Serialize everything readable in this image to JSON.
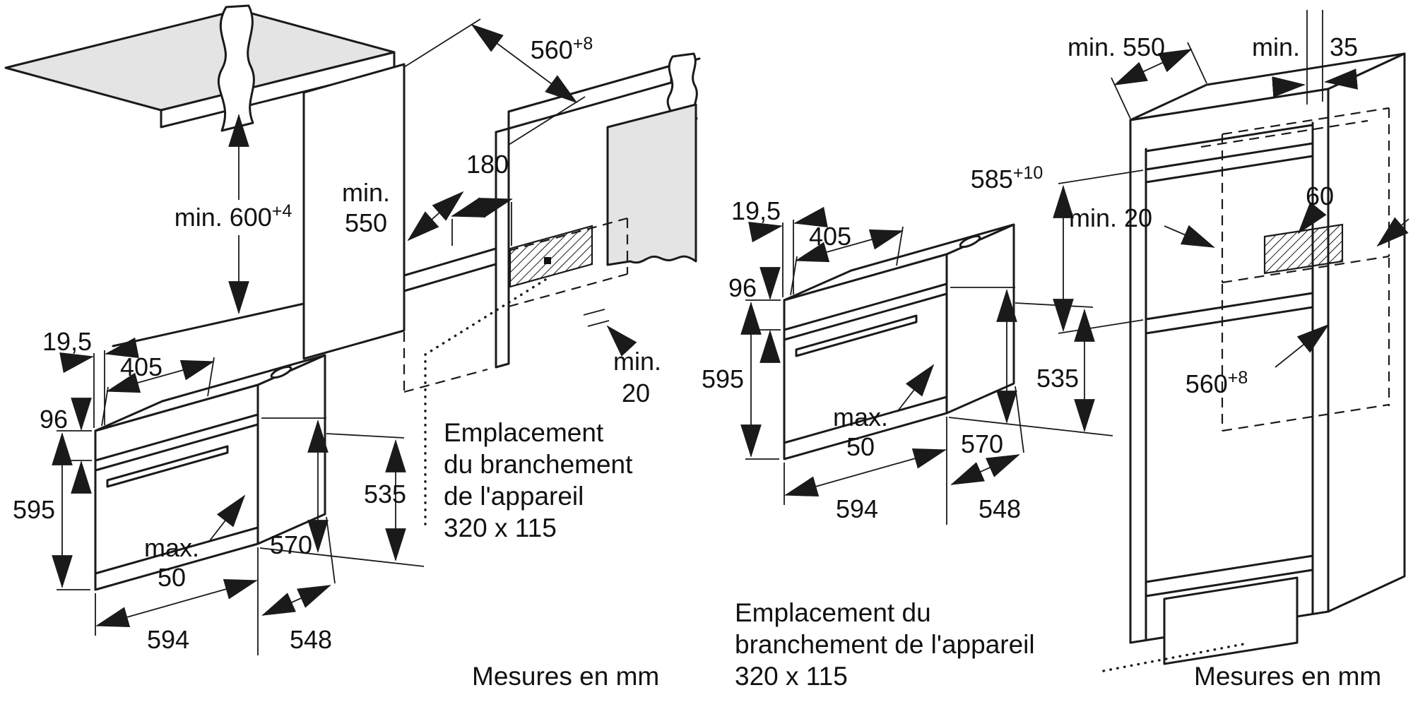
{
  "left_scene": {
    "counter": {
      "dim_width_value": "560",
      "dim_width_sup": "+8",
      "dim_180": "180",
      "dim_depth_line1": "min.",
      "dim_depth_line2": "550",
      "dim_height_value": "min. 600",
      "dim_height_sup": "+4",
      "dim_gap_line1": "min.",
      "dim_gap_line2": "20"
    },
    "oven": {
      "dim_side_offset": "19,5",
      "dim_top": "405",
      "dim_panel": "96",
      "dim_height": "595",
      "dim_handle_line1": "max.",
      "dim_handle_line2": "50",
      "dim_570": "570",
      "dim_535": "535",
      "dim_width": "594",
      "dim_depth": "548"
    },
    "note_line1": "Emplacement",
    "note_line2": "du branchement",
    "note_line3": "de l'appareil",
    "note_line4": "320 x 115",
    "units": "Mesures en mm"
  },
  "right_scene": {
    "cabinet": {
      "dim_depth": "min. 550",
      "dim_wall_gap_line1": "min.",
      "dim_wall_gap_line2": "35",
      "dim_niche_height_value": "585",
      "dim_niche_height_sup": "+10",
      "dim_back_gap": "min. 20",
      "dim_vent": "60",
      "dim_niche_depth_value": "560",
      "dim_niche_depth_sup": "+8"
    },
    "oven": {
      "dim_side_offset": "19,5",
      "dim_top": "405",
      "dim_panel": "96",
      "dim_height": "595",
      "dim_handle_line1": "max.",
      "dim_handle_line2": "50",
      "dim_570": "570",
      "dim_535": "535",
      "dim_width": "594",
      "dim_depth": "548"
    },
    "note_line1": "Emplacement du",
    "note_line2": "branchement de l'appareil",
    "note_line3": "320 x 115",
    "units": "Mesures en mm"
  },
  "colors": {
    "line": "#1a1a1a",
    "surface": "#e4e4e4",
    "background": "#ffffff"
  }
}
